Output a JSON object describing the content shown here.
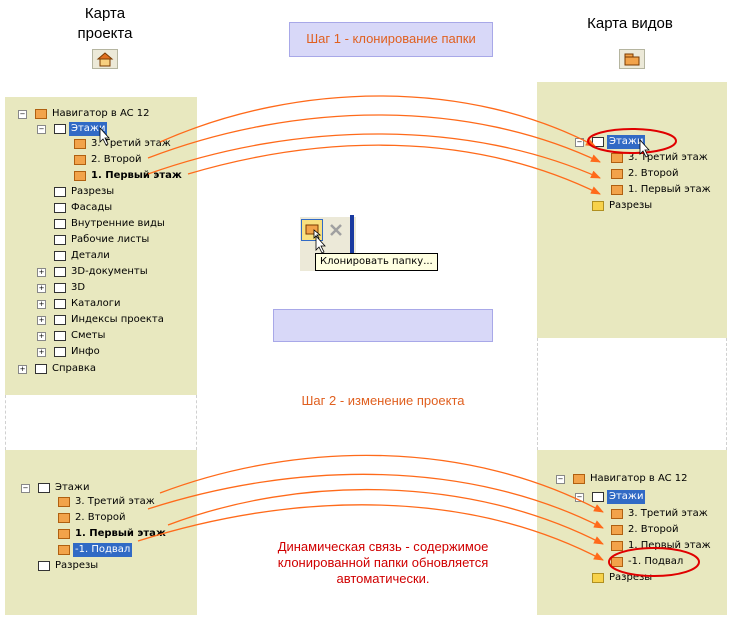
{
  "headings": {
    "left": [
      "Карта",
      "проекта"
    ],
    "right": "Карта видов"
  },
  "steps": {
    "step1": "Шаг 1 - клонирование папки",
    "step2": "Шаг 2 - изменение проекта"
  },
  "tooltip": "Клонировать папку...",
  "description": [
    "Динамическая связь - содержимое",
    "клонированной папки обновляется",
    "автоматически."
  ],
  "colors": {
    "panel": "#e8e8bf",
    "arrow": "#ff6a1a",
    "step_text": "#e06020",
    "description": "#d00000",
    "highlight": "#316ac5",
    "step_box": "#d8d8f8"
  },
  "tree_top_left": [
    {
      "label": "Навигатор в AC 12",
      "icon": "house-icon"
    },
    {
      "label": "Этажи",
      "icon": "stories-icon"
    },
    {
      "label": "3. Третий этаж",
      "icon": "folder-icon"
    },
    {
      "label": "2. Второй",
      "icon": "folder-icon"
    },
    {
      "label": "1. Первый этаж",
      "icon": "folder-icon"
    },
    {
      "label": "Разрезы",
      "icon": "section-icon"
    },
    {
      "label": "Фасады",
      "icon": "elevation-icon"
    },
    {
      "label": "Внутренние виды",
      "icon": "interior-icon"
    },
    {
      "label": "Рабочие листы",
      "icon": "worksheet-icon"
    },
    {
      "label": "Детали",
      "icon": "detail-icon"
    },
    {
      "label": "3D-документы",
      "icon": "3d-doc-icon"
    },
    {
      "label": "3D",
      "icon": "3d-icon"
    },
    {
      "label": "Каталоги",
      "icon": "schedule-icon"
    },
    {
      "label": "Индексы проекта",
      "icon": "index-icon"
    },
    {
      "label": "Сметы",
      "icon": "list-icon"
    },
    {
      "label": "Инфо",
      "icon": "info-icon"
    },
    {
      "label": "Справка",
      "icon": "help-icon"
    }
  ],
  "tree_top_right": [
    {
      "label": "Этажи",
      "icon": "stories-icon"
    },
    {
      "label": "3. Третий этаж",
      "icon": "folder-icon"
    },
    {
      "label": "2. Второй",
      "icon": "folder-icon"
    },
    {
      "label": "1. Первый этаж",
      "icon": "folder-icon"
    },
    {
      "label": "Разрезы",
      "icon": "yellow-folder-icon"
    }
  ],
  "tree_bottom_left": [
    {
      "label": "Этажи",
      "icon": "stories-icon"
    },
    {
      "label": "3. Третий этаж",
      "icon": "folder-icon"
    },
    {
      "label": "2. Второй",
      "icon": "folder-icon"
    },
    {
      "label": "1. Первый этаж",
      "icon": "folder-icon"
    },
    {
      "label": "-1. Подвал",
      "icon": "folder-icon"
    },
    {
      "label": "Разрезы",
      "icon": "section-icon"
    }
  ],
  "tree_bottom_right": [
    {
      "label": "Навигатор в AC 12",
      "icon": "house-icon"
    },
    {
      "label": "Этажи",
      "icon": "stories-icon"
    },
    {
      "label": "3. Третий этаж",
      "icon": "folder-icon"
    },
    {
      "label": "2. Второй",
      "icon": "folder-icon"
    },
    {
      "label": "1. Первый этаж",
      "icon": "folder-icon"
    },
    {
      "label": "-1. Подвал",
      "icon": "folder-icon"
    },
    {
      "label": "Разрезы",
      "icon": "yellow-folder-icon"
    }
  ]
}
